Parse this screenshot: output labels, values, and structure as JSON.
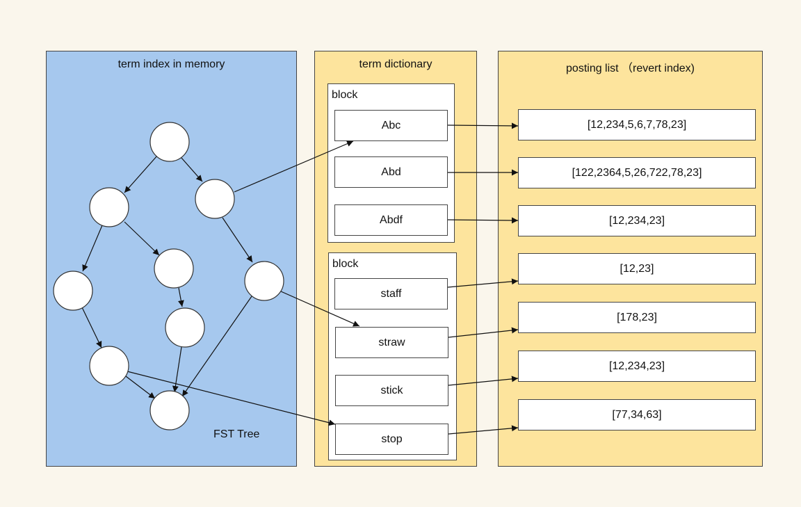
{
  "panels": {
    "memory": {
      "title": "term index in memory",
      "tree_label": "FST Tree"
    },
    "dictionary": {
      "title": "term dictionary"
    },
    "postings": {
      "title": "posting list （revert index)"
    }
  },
  "blocks": [
    {
      "label": "block",
      "terms": [
        "Abc",
        "Abd",
        "Abdf"
      ]
    },
    {
      "label": "block",
      "terms": [
        "staff",
        "straw",
        "stick",
        "stop"
      ]
    }
  ],
  "posting_lists": [
    "[12,234,5,6,7,78,23]",
    "[122,2364,5,26,722,78,23]",
    "[12,234,23]",
    "[12,23]",
    "[178,23]",
    "[12,234,23]",
    "[77,34,63]"
  ],
  "colors": {
    "memory_panel": "#a6c8ee",
    "dictionary_panel": "#fde49d",
    "background": "#faf6ec"
  }
}
